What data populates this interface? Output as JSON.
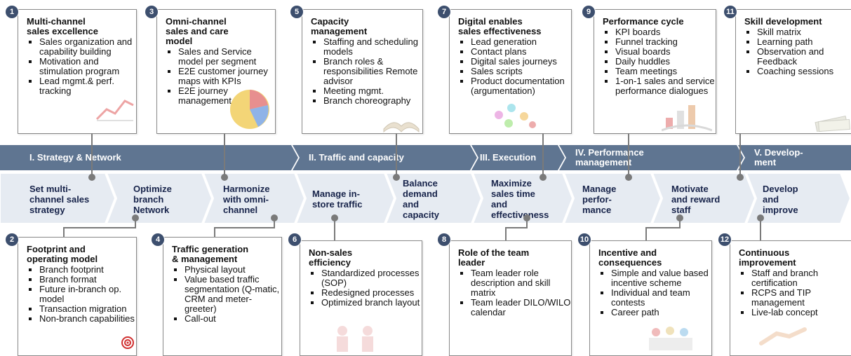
{
  "colors": {
    "band": "#5f7591",
    "band_dark": "#4f6582",
    "step": "#e8ecf3",
    "step_text": "#17234a",
    "number_circle": "#3d4f6e",
    "connector": "#7a7a7a"
  },
  "phases": [
    {
      "label": "I. Strategy & Network"
    },
    {
      "label": "II. Traffic and capacity"
    },
    {
      "label": "III. Execution"
    },
    {
      "label": "IV. Performance\nmanagement"
    },
    {
      "label": "V. Develop-\nment"
    }
  ],
  "steps": [
    {
      "label": "Set multi-\nchannel sales\nstrategy"
    },
    {
      "label": "Optimize\nbranch\nNetwork"
    },
    {
      "label": "Harmonize\nwith omni-\nchannel"
    },
    {
      "label": "Manage in-\nstore traffic"
    },
    {
      "label": "Balance\ndemand\nand\ncapacity"
    },
    {
      "label": "Maximize\nsales time\nand\neffectiveness"
    },
    {
      "label": "Manage\nperfor-\nmance"
    },
    {
      "label": "Motivate\nand reward\nstaff"
    },
    {
      "label": "Develop\nand\nimprove"
    }
  ],
  "top_cards": [
    {
      "number": "1",
      "title": "Multi-channel\nsales excellence",
      "bullets": [
        "Sales organization and capability building",
        "Motivation and stimulation program",
        "Lead mgmt.& perf. tracking"
      ],
      "icon": "chart-icon"
    },
    {
      "number": "3",
      "title": "Omni-channel\nsales and care\nmodel",
      "bullets": [
        "Sales and Service model per segment",
        "E2E customer journey maps with KPIs",
        "E2E journey management"
      ],
      "icon": "pie-chart-icon"
    },
    {
      "number": "5",
      "title": "Capacity\nmanagement",
      "bullets": [
        "Staffing and scheduling models",
        "Branch roles & responsibilities Remote advisor",
        "Meeting mgmt.",
        "Branch choreography"
      ],
      "icon": "book-icon"
    },
    {
      "number": "7",
      "title": "Digital enables\nsales effectiveness",
      "bullets": [
        "Lead generation",
        "Contact plans",
        "Digital sales journeys",
        "Sales scripts",
        "Product documentation (argumentation)"
      ],
      "icon": "network-icon"
    },
    {
      "number": "9",
      "title": "Performance cycle",
      "bullets": [
        "KPI boards",
        "Funnel tracking",
        "Visual boards",
        "Daily huddles",
        "Team meetings",
        "1-on-1 sales and service performance dialogues"
      ],
      "icon": "bar-chart-icon"
    },
    {
      "number": "11",
      "title": "Skill development",
      "bullets": [
        "Skill matrix",
        "Learning path",
        "Observation and Feedback",
        "Coaching sessions"
      ],
      "icon": "money-icon"
    }
  ],
  "bottom_cards": [
    {
      "number": "2",
      "title": "Footprint and\noperating model",
      "bullets": [
        "Branch footprint",
        "Branch format",
        "Future in-branch op. model",
        "Transaction migration",
        "Non-branch capabilities"
      ],
      "icon": "target-icon"
    },
    {
      "number": "4",
      "title": "Traffic generation\n& management",
      "bullets": [
        "Physical layout",
        "Value based traffic segmentation (Q-matic, CRM and meter-greeter)",
        "Call-out"
      ],
      "icon": "none"
    },
    {
      "number": "6",
      "title": "Non-sales\nefficiency",
      "bullets": [
        "Standardized processes (SOP)",
        "Redesigned processes",
        "Optimized branch layout"
      ],
      "icon": "people-icon"
    },
    {
      "number": "8",
      "title": "Role of the team\nleader",
      "bullets": [
        "Team leader role description and skill matrix",
        "Team leader DILO/WILO calendar"
      ],
      "icon": "none"
    },
    {
      "number": "10",
      "title": "Incentive and\nconsequences",
      "bullets": [
        "Simple and value based incentive scheme",
        "Individual and team contests",
        "Career path"
      ],
      "icon": "group-icon"
    },
    {
      "number": "12",
      "title": "Continuous\nimprovement",
      "bullets": [
        "Staff and branch certification",
        "RCPS and TIP management",
        "Live-lab concept"
      ],
      "icon": "handshake-icon"
    }
  ]
}
